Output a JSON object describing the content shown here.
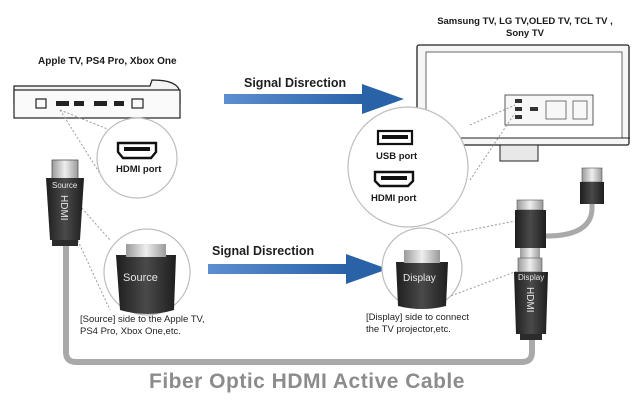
{
  "labels": {
    "source_devices": "Apple TV, PS4 Pro, Xbox One",
    "tv_devices": "Samsung TV, LG TV,OLED TV, TCL TV ,\nSony TV",
    "signal_top": "Signal Disrection",
    "signal_bottom": "Signal Disrection",
    "hdmi_port": "HDMI port",
    "usb_port": "USB port",
    "hdmi_port_tv": "HDMI port",
    "source_note": "[Source] side to the Apple TV,\nPS4 Pro, Xbox One,etc.",
    "display_note": "[Display] side to connect\nthe TV projector,etc.",
    "title": "Fiber Optic HDMI Active Cable",
    "plug_source": "Source",
    "plug_display": "Display",
    "plug_hdmi": "HDMI"
  },
  "colors": {
    "arrow": "#3a73b7",
    "cable": "#a9a9a9",
    "plug_dark": "#2b2b2b",
    "circle_fill": "#ffffff",
    "circle_stroke": "#bdbdbd"
  },
  "icons": [
    "hdmi-port-icon",
    "usb-port-icon",
    "usb-plug-icon",
    "hdmi-plug-icon"
  ]
}
